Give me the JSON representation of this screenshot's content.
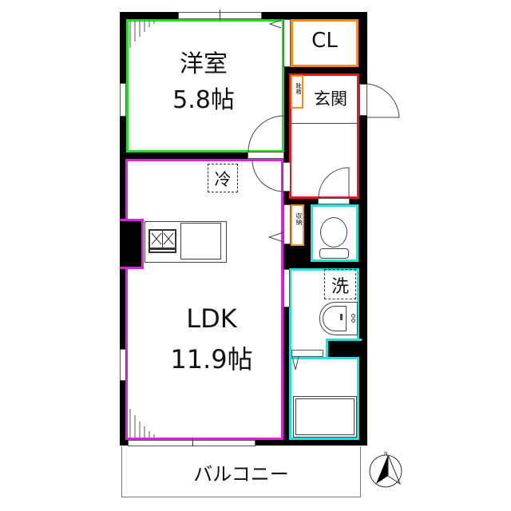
{
  "floorplan": {
    "rooms": {
      "western_room": {
        "name": "洋室",
        "size": "5.8帖",
        "border_color": "#22dd22"
      },
      "closet": {
        "name": "CL",
        "border_color": "#f28c1e"
      },
      "entrance": {
        "name": "玄関",
        "border_color": "#e8141e"
      },
      "shoe_box": {
        "name": "靴箱",
        "border_color": "#f28c1e"
      },
      "ldk": {
        "name": "LDK",
        "size": "11.9帖",
        "border_color": "#e020e0"
      },
      "storage": {
        "name": "収納",
        "border_color": "#f28c1e"
      },
      "toilet": {
        "name": "",
        "border_color": "#22e0e0"
      },
      "washroom": {
        "name": "洗",
        "border_color": "#22e0e0"
      },
      "bathroom": {
        "name": "",
        "border_color": "#22e0e0"
      },
      "balcony": {
        "name": "バルコニー"
      }
    },
    "fixtures": {
      "fridge": "冷",
      "washer": "洗"
    },
    "compass": {
      "label": "N"
    },
    "colors": {
      "wall": "#000000",
      "western_room": "#22dd22",
      "ldk": "#e020e0",
      "entrance": "#e8141e",
      "closet": "#f28c1e",
      "wet_area": "#22e0e0"
    }
  }
}
